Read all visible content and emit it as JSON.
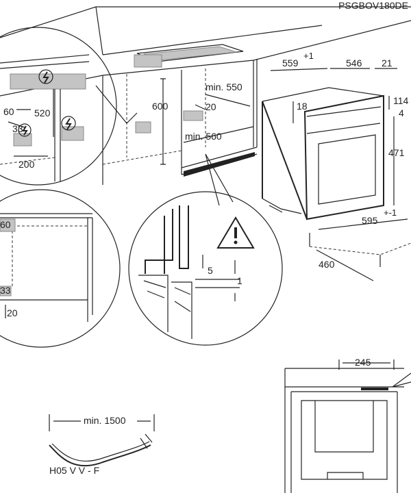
{
  "header": {
    "model_code": "PSGBOV180DE"
  },
  "dimensions": {
    "cabinet_height": "600",
    "niche_depth_min": "min. 550",
    "niche_width_min": "min. 560",
    "vent_depth": "20",
    "oven_depth": "559",
    "oven_depth_tol": "+1",
    "oven_body_depth": "546",
    "front_thickness": "21",
    "top_offset": "18",
    "oven_total_height": "114",
    "gap": "4",
    "oven_front_height": "471",
    "oven_width": "595",
    "oven_width_tol": "+-1",
    "oven_body_width": "460",
    "detail_520": "520",
    "detail_60_top": "60",
    "detail_33_top": "33",
    "detail_200": "200",
    "detail_60_left": "60",
    "detail_33_left": "33",
    "detail_20": "20",
    "detail_5": "5",
    "detail_1": "1",
    "rear_245": "245"
  },
  "cable": {
    "length": "min. 1500",
    "type": "H05 V V - F"
  },
  "symbols": {
    "electric": "electric-hazard-icon",
    "warning": "warning-triangle-icon"
  }
}
